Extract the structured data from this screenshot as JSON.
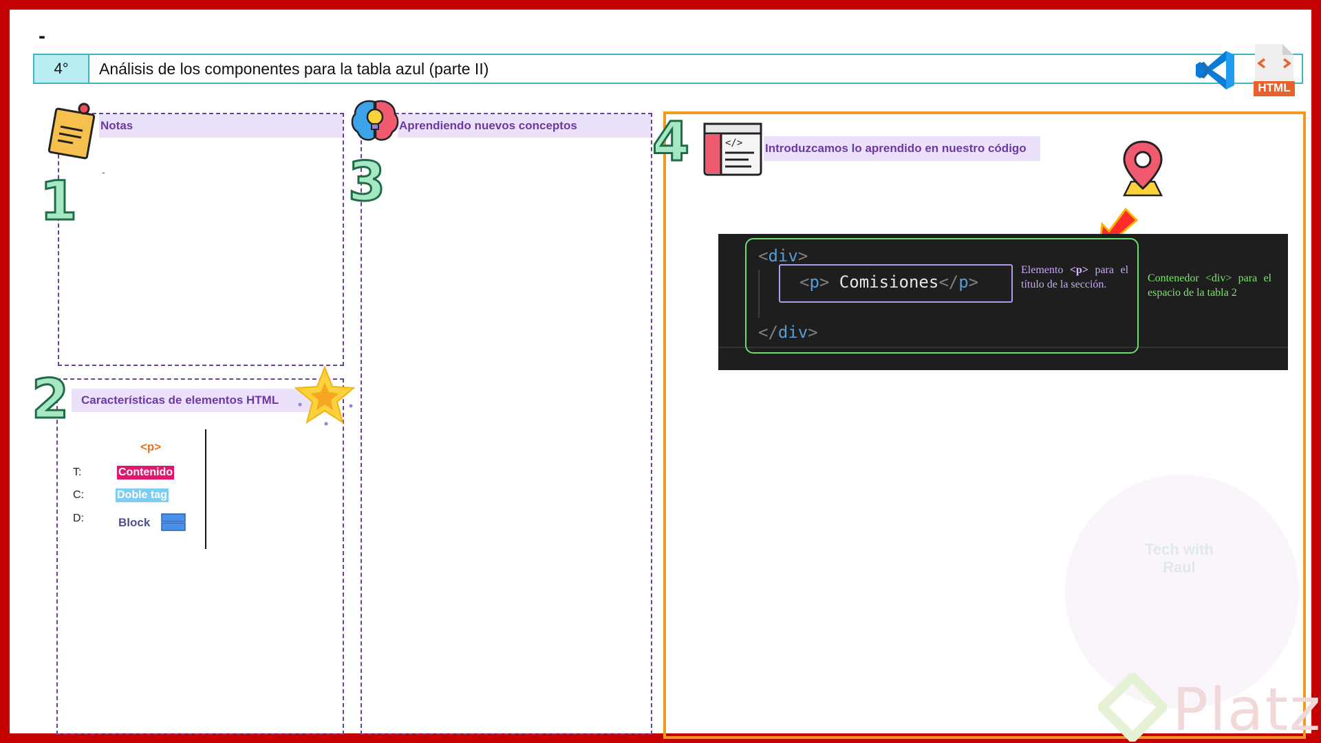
{
  "slide": {
    "top_mark": "-",
    "header": {
      "number": "4°",
      "title": "Análisis de los componentes para la tabla azul (parte II)"
    },
    "html_badge": "HTML",
    "sections": {
      "notes": {
        "number": "1",
        "label": "Notas",
        "content": "-"
      },
      "features": {
        "number": "2",
        "label": "Características de elementos HTML",
        "tag": "<p>",
        "rows": [
          {
            "key": "T:",
            "value": "Contenido"
          },
          {
            "key": "C:",
            "value": "Doble tag"
          },
          {
            "key": "D:",
            "value": "Block"
          }
        ]
      },
      "learn": {
        "number": "3",
        "label": "Aprendiendo nuevos conceptos"
      },
      "code": {
        "number": "4",
        "label": "Introduzcamos lo aprendido en nuestro código",
        "lines": {
          "div_open": {
            "lt": "<",
            "tag": "div",
            "gt": ">"
          },
          "p_line": {
            "lt": "<",
            "tag": "p",
            "gt": ">",
            "text": " Comisiones",
            "close_lt": "</",
            "close_tag": "p",
            "close_gt": ">"
          },
          "div_close": {
            "lt": "</",
            "tag": "div",
            "gt": ">"
          }
        },
        "note_p": {
          "before": "Elemento ",
          "tag": "<p>",
          "after": " para el título de la sección."
        },
        "note_div": "Contenedor <div> para el espacio de la tabla 2"
      }
    },
    "watermark": {
      "line1": "Tech with",
      "line2": "Raul",
      "brand": "Platzi"
    }
  }
}
